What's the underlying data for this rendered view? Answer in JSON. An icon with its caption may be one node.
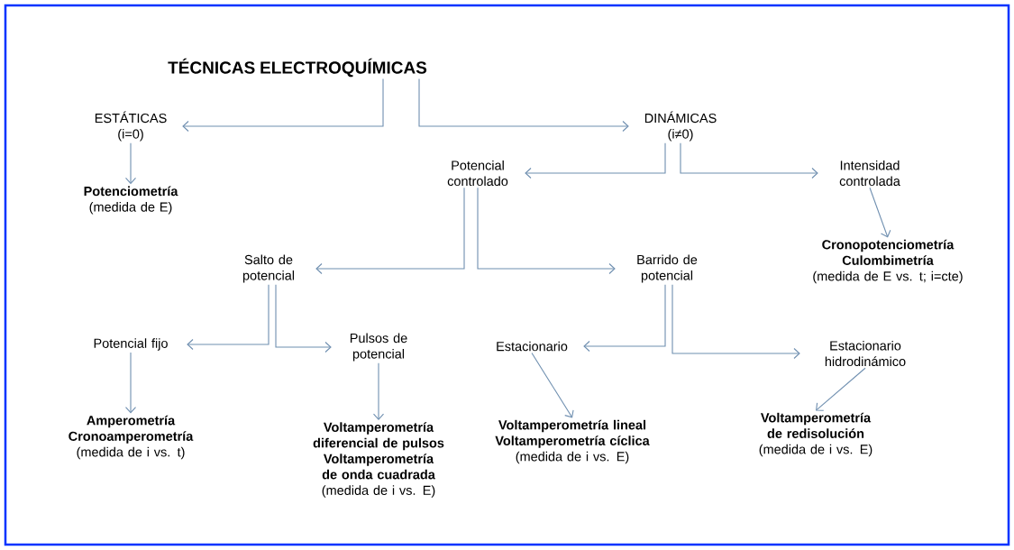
{
  "diagram": {
    "nodes": [
      {
        "text": [
          "TÉCNICAS ELECTROQUÍMICAS"
        ]
      },
      {
        "text": [
          "ESTÁTICAS (i=0)"
        ]
      },
      {
        "text": [
          "DINÁMICAS (i≠0)"
        ]
      },
      {
        "text": [
          "Potenciometría",
          "(medida de E)"
        ]
      },
      {
        "text": [
          "Potencial controlado"
        ]
      },
      {
        "text": [
          "Intensidad controlada"
        ]
      },
      {
        "text": [
          "Cronopotenciometría",
          "Culombimetría",
          "(medida de E vs. t; i=cte)"
        ]
      },
      {
        "text": [
          "Salto de potencial"
        ]
      },
      {
        "text": [
          "Barrido de potencial"
        ]
      },
      {
        "text": [
          "Potencial fijo"
        ]
      },
      {
        "text": [
          "Pulsos de potencial"
        ]
      },
      {
        "text": [
          "Estacionario"
        ]
      },
      {
        "text": [
          "Estacionario hidrodinámico"
        ]
      },
      {
        "text": [
          "Amperometría",
          "Cronoamperometría",
          "(medida de i vs. t)"
        ]
      },
      {
        "text": [
          "Voltamperometría diferencial de pulsos",
          "Voltamperometría de onda cuadrada",
          "(medida de i vs. E)"
        ]
      },
      {
        "text": [
          "Voltamperometría lineal",
          "Voltamperometría cíclica",
          "(medida de i vs. E)"
        ]
      },
      {
        "text": [
          "Voltamperometría de redisolución",
          "(medida de i vs. E)"
        ]
      }
    ],
    "edges": [
      {
        "from": 0,
        "to": 1,
        "arrow": "to"
      },
      {
        "from": 0,
        "to": 2,
        "arrow": "to"
      },
      {
        "from": 1,
        "to": 3,
        "arrow": "to"
      },
      {
        "from": 2,
        "to": 4,
        "arrow": "to"
      },
      {
        "from": 2,
        "to": 5,
        "arrow": "to"
      },
      {
        "from": 5,
        "to": 6,
        "arrow": "to"
      },
      {
        "from": 4,
        "to": 7,
        "arrow": "to"
      },
      {
        "from": 4,
        "to": 8,
        "arrow": "to"
      },
      {
        "from": 7,
        "to": 9,
        "arrow": "to"
      },
      {
        "from": 7,
        "to": 10,
        "arrow": "to"
      },
      {
        "from": 8,
        "to": 11,
        "arrow": "to"
      },
      {
        "from": 8,
        "to": 12,
        "arrow": "to"
      },
      {
        "from": 9,
        "to": 13,
        "arrow": "to"
      },
      {
        "from": 10,
        "to": 14,
        "arrow": "to"
      },
      {
        "from": 11,
        "to": 15,
        "arrow": "to"
      },
      {
        "from": 12,
        "to": 16,
        "arrow": "to"
      }
    ]
  }
}
